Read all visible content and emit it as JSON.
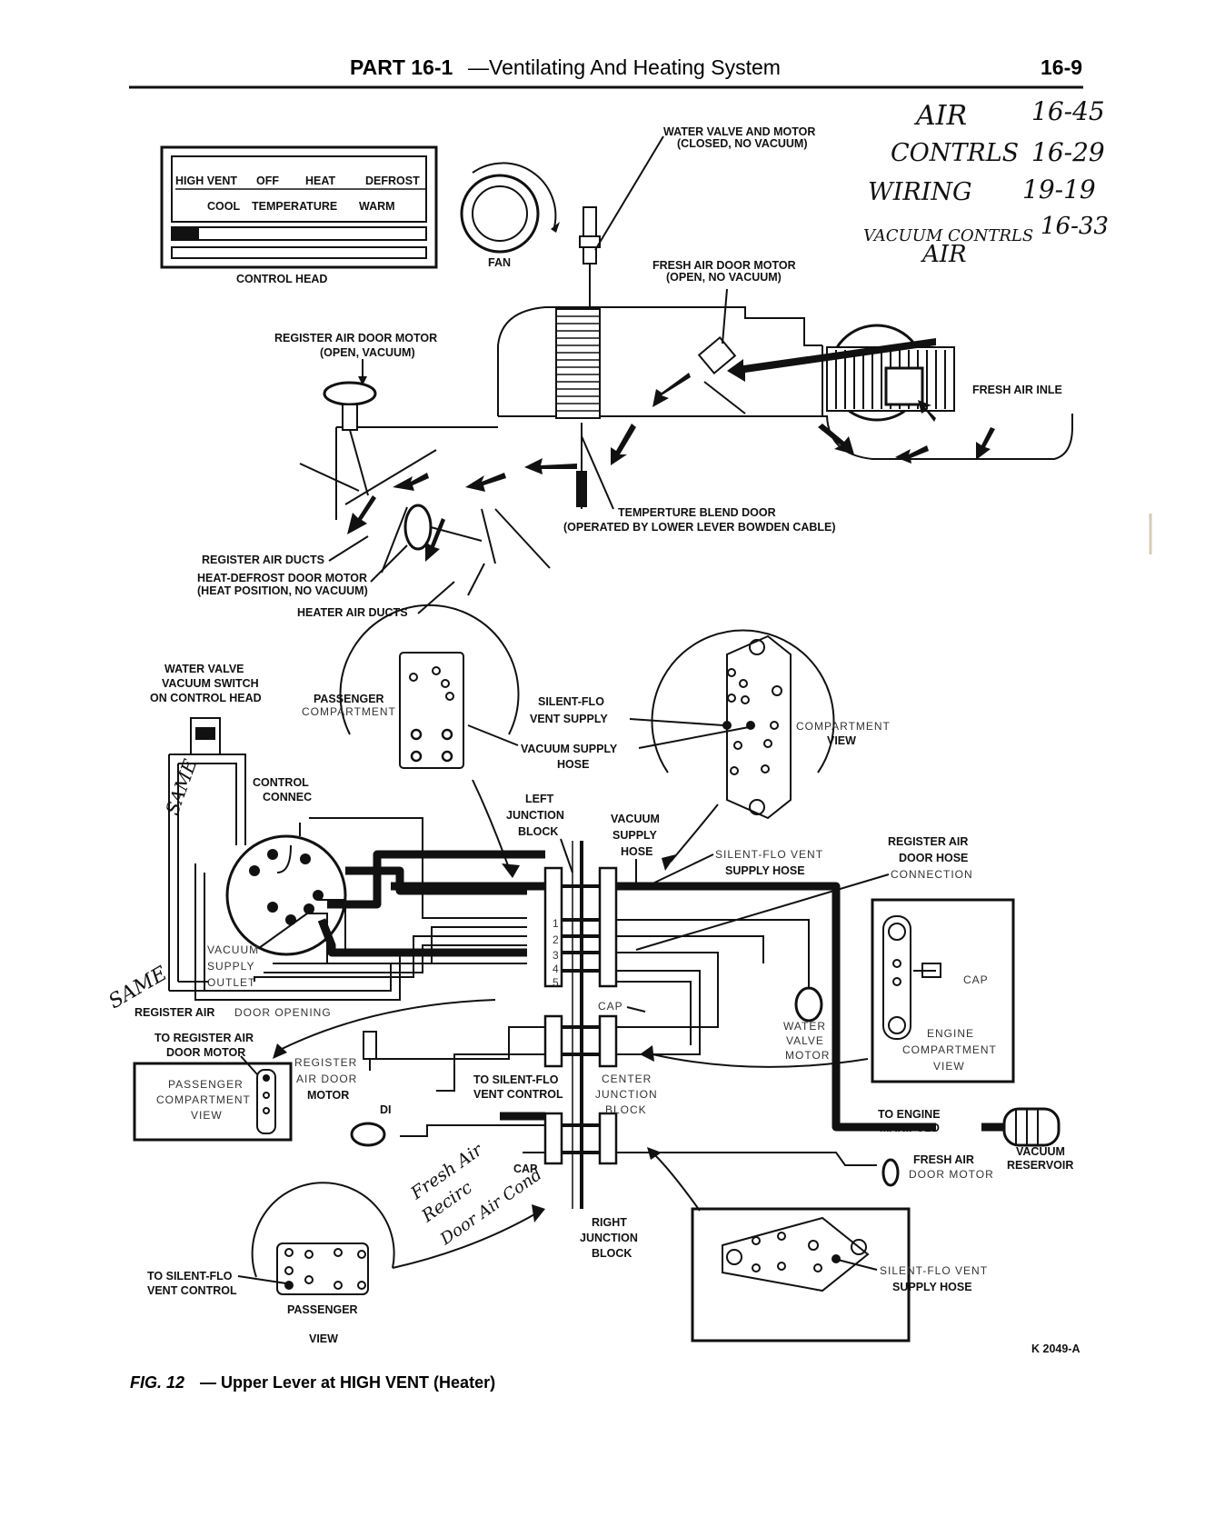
{
  "header": {
    "part_prefix": "PART 16-1",
    "part_title": "—Ventilating And Heating System",
    "page_number": "16-9"
  },
  "handwritten": {
    "line1_left": "AIR",
    "line1_right": "16-45",
    "line2_left": "CONTRLS",
    "line2_right": "16-29",
    "line3_left": "WIRING",
    "line3_right": "19-19",
    "line4_left": "VACUUM CONTRLS",
    "line4_right": "16-33",
    "line5_left": "AIR",
    "same_1": "SAME",
    "same_2": "SAME",
    "fresh_note_1": "Fresh Air",
    "fresh_note_2": "Recirc",
    "fresh_note_3": "Door Air Cond"
  },
  "control_head": {
    "row1": [
      "HIGH VENT",
      "OFF",
      "HEAT",
      "DEFROST"
    ],
    "row2": [
      "COOL",
      "TEMPERATURE",
      "WARM"
    ],
    "label": "CONTROL HEAD",
    "fan_label": "FAN"
  },
  "upper_labels": {
    "water_valve_1": "WATER VALVE AND MOTOR",
    "water_valve_2": "(CLOSED, NO VACUUM)",
    "fresh_air_door_1": "FRESH AIR DOOR MOTOR",
    "fresh_air_door_2": "(OPEN, NO VACUUM)",
    "register_air_door_1": "REGISTER AIR DOOR MOTOR",
    "register_air_door_2": "(OPEN, VACUUM)",
    "fresh_air_inlet": "FRESH AIR INLE",
    "blend_door_1": "TEMPERTURE BLEND DOOR",
    "blend_door_2": "(OPERATED BY LOWER LEVER BOWDEN CABLE)",
    "register_air_ducts": "REGISTER AIR DUCTS",
    "heat_defrost_1": "HEAT-DEFROST DOOR MOTOR",
    "heat_defrost_2": "(HEAT POSITION, NO VACUUM)",
    "heater_air_ducts": "HEATER AIR DUCTS"
  },
  "lower_labels": {
    "water_valve_switch_1": "WATER VALVE",
    "water_valve_switch_2": "VACUUM SWITCH",
    "water_valve_switch_3": "ON CONTROL HEAD",
    "passenger_compartment_1": "PASSENGER",
    "passenger_compartment_2": "COMPARTMENT",
    "silent_flo_vent_supply_1": "SILENT-FLO",
    "silent_flo_vent_supply_2": "VENT SUPPLY",
    "vacuum_supply_hose_1": "VACUUM SUPPLY",
    "vacuum_supply_hose_2": "HOSE",
    "compartment_view_1": "COMPARTMENT",
    "compartment_view_2": "VIEW",
    "control_connector_1": "CONTROL",
    "control_connector_2": "CONNEC",
    "left_junction_1": "LEFT",
    "left_junction_2": "JUNCTION",
    "left_junction_3": "BLOCK",
    "vacuum_supply_hose_b1": "VACUUM",
    "vacuum_supply_hose_b2": "SUPPLY",
    "vacuum_supply_hose_b3": "HOSE",
    "silent_flo_vent_hose_1": "SILENT-FLO VENT",
    "silent_flo_vent_hose_2": "SUPPLY HOSE",
    "register_air_door_hose_1": "REGISTER AIR",
    "register_air_door_hose_2": "DOOR HOSE",
    "register_air_door_hose_3": "CONNECTION",
    "vacuum_supply_outlet_1": "VACUUM",
    "vacuum_supply_outlet_2": "SUPPLY",
    "vacuum_supply_outlet_3": "OUTLET",
    "register_air_door_opening_1": "REGISTER AIR",
    "register_air_door_opening_2": "DOOR OPENING",
    "cap_1": "CAP",
    "cap_2": "CAP",
    "cap_3": "CAP",
    "water_valve_motor_1": "WATER",
    "water_valve_motor_2": "VALVE",
    "water_valve_motor_3": "MOTOR",
    "engine_compartment_1": "ENGINE",
    "engine_compartment_2": "COMPARTMENT",
    "engine_compartment_3": "VIEW",
    "to_register_air_1": "TO REGISTER AIR",
    "to_register_air_2": "DOOR MOTOR",
    "passenger_view_1": "PASSENGER",
    "passenger_view_2": "COMPARTMENT",
    "passenger_view_3": "VIEW",
    "register_air_door_motor_1": "REGISTER",
    "register_air_door_motor_2": "AIR DOOR",
    "register_air_door_motor_3": "MOTOR",
    "di": "DI",
    "to_silent_flo_1": "TO SILENT-FLO",
    "to_silent_flo_2": "VENT CONTROL",
    "center_junction_1": "CENTER",
    "center_junction_2": "JUNCTION",
    "center_junction_3": "BLOCK",
    "to_engine_1": "TO ENGINE",
    "to_engine_2": "MANIFOLD",
    "vacuum_reservoir_1": "VACUUM",
    "vacuum_reservoir_2": "RESERVOIR",
    "fresh_air_door_motor_1": "FRESH AIR",
    "fresh_air_door_motor_2": "DOOR MOTOR",
    "right_junction_1": "RIGHT",
    "right_junction_2": "JUNCTION",
    "right_junction_3": "BLOCK",
    "silent_flo_vent_supply_b1": "SILENT-FLO VENT",
    "silent_flo_vent_supply_b2": "SUPPLY HOSE",
    "to_silent_flo_b1": "TO SILENT-FLO",
    "to_silent_flo_b2": "VENT CONTROL",
    "passenger_b": "PASSENGER",
    "view_b": "VIEW",
    "port_numbers": [
      "1",
      "2",
      "3",
      "4",
      "5"
    ],
    "figure_code": "K 2049-A"
  },
  "caption": {
    "fig": "FIG. 12",
    "text": "— Upper Lever at HIGH VENT (Heater)"
  }
}
